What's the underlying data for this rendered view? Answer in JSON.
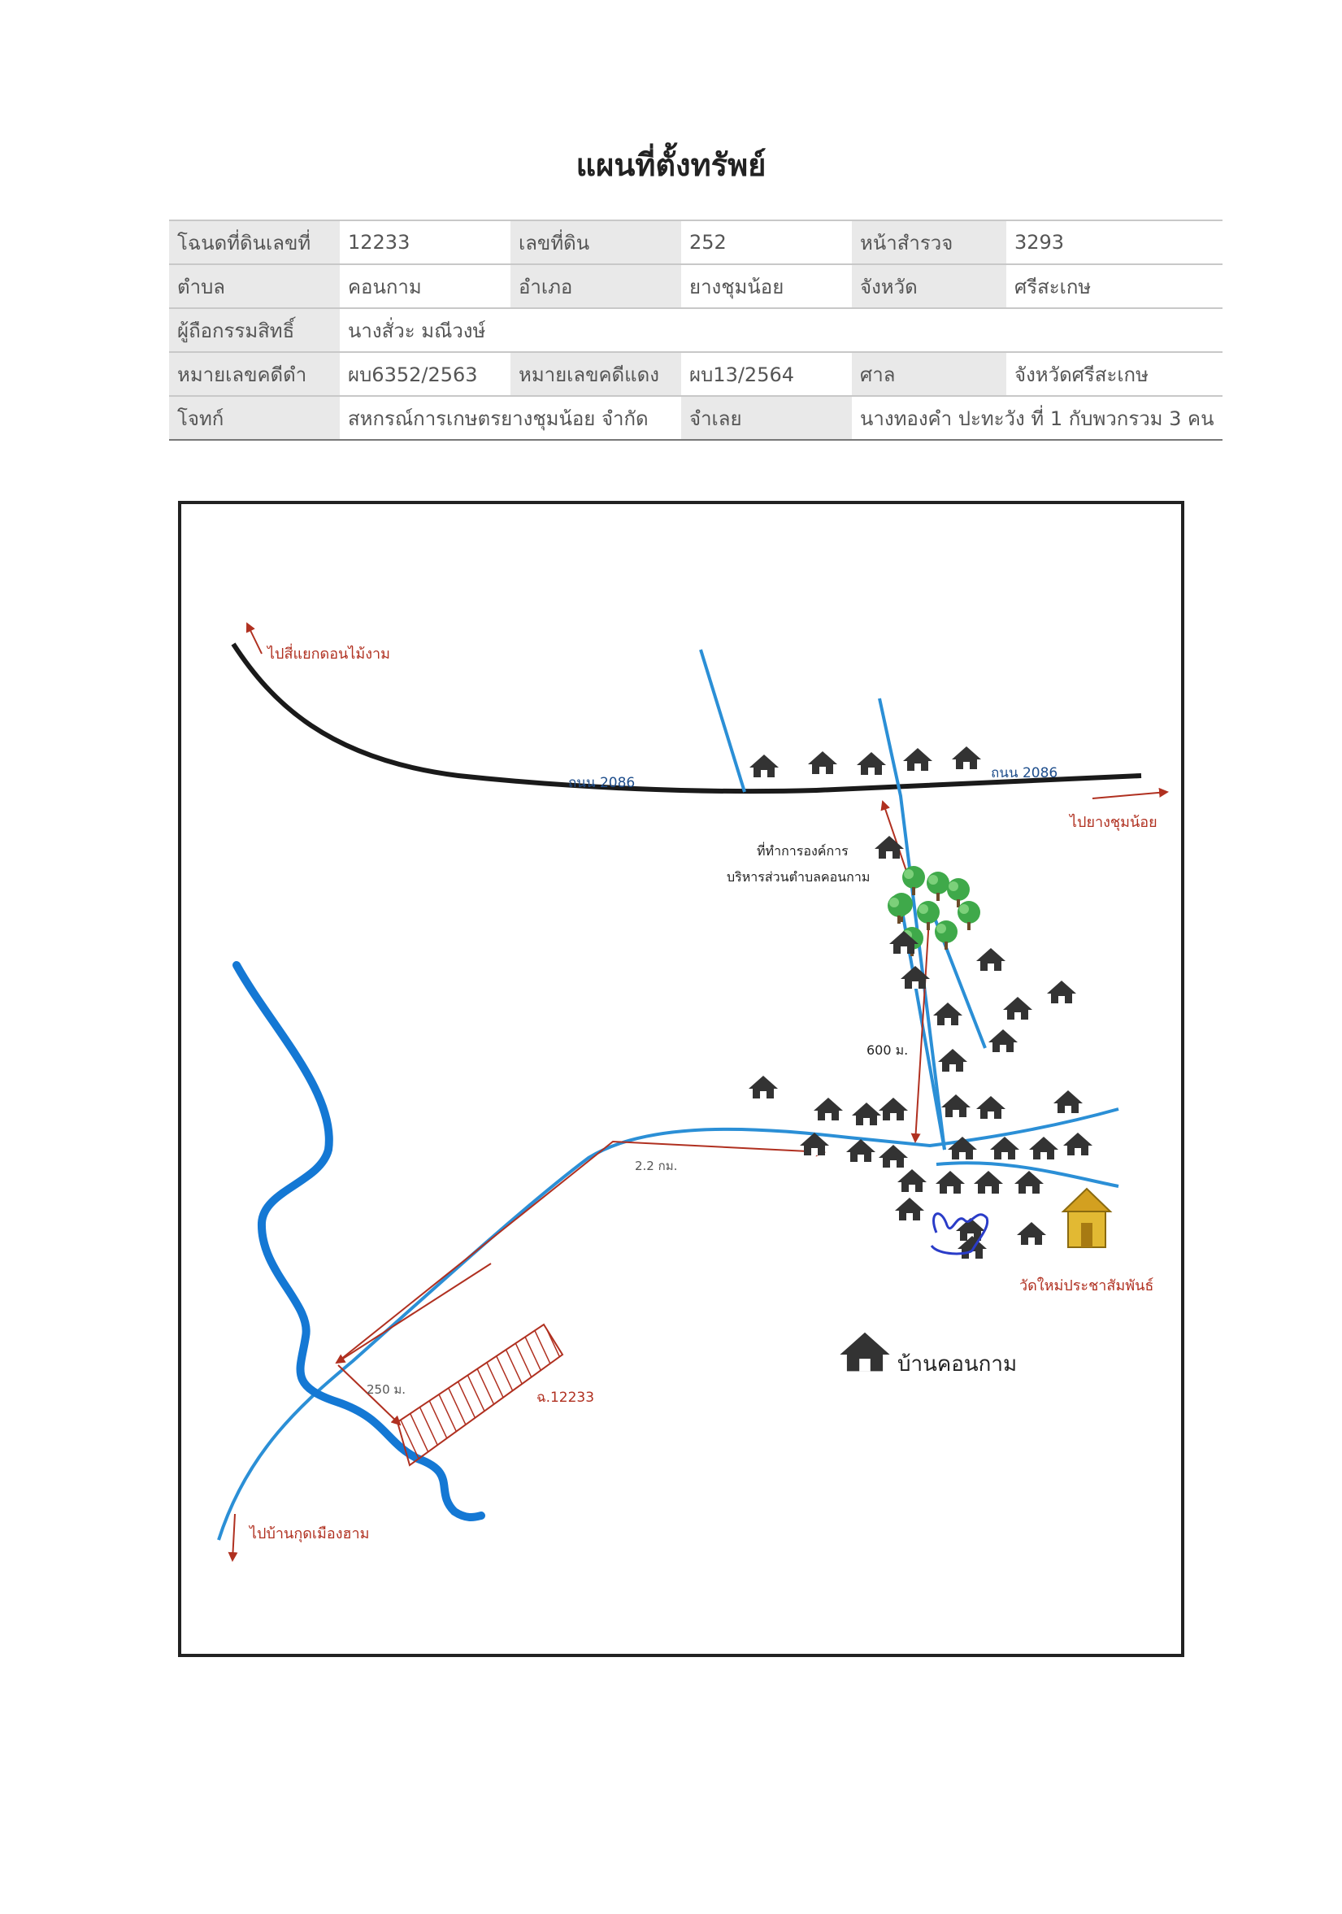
{
  "title": "แผนที่ตั้งทรัพย์",
  "info": {
    "deed_no_label": "โฉนดที่ดินเลขที่",
    "deed_no": "12233",
    "land_no_label": "เลขที่ดิน",
    "land_no": "252",
    "survey_page_label": "หน้าสำรวจ",
    "survey_page": "3293",
    "subdistrict_label": "ตำบล",
    "subdistrict": "คอนกาม",
    "district_label": "อำเภอ",
    "district": "ยางชุมน้อย",
    "province_label": "จังหวัด",
    "province": "ศรีสะเกษ",
    "owner_label": "ผู้ถือกรรมสิทธิ์",
    "owner": "นางสั่วะ มณีวงษ์",
    "black_case_label": "หมายเลขคดีดำ",
    "black_case": "ผบ6352/2563",
    "red_case_label": "หมายเลขคดีแดง",
    "red_case": "ผบ13/2564",
    "court_label": "ศาล",
    "court": "จังหวัดศรีสะเกษ",
    "plaintiff_label": "โจทก์",
    "plaintiff": "สหกรณ์การเกษตรยางชุมน้อย จำกัด",
    "defendant_label": "จำเลย",
    "defendant": "นางทองคำ ปะทะวัง ที่ 1 กับพวกรวม 3 คน"
  },
  "map": {
    "to_junction": "ไปสี่แยกดอนไม้งาม",
    "road_left": "ถนน 2086",
    "road_right": "ถนน 2086",
    "to_yangchum": "ไปยางชุมน้อย",
    "tao_office_line1": "ที่ทำการองค์การ",
    "tao_office_line2": "บริหารส่วนตำบลคอนกาม",
    "dist_600": "600 ม.",
    "dist_22km": "2.2 กม.",
    "temple": "วัดใหม่ประชาสัมพันธ์",
    "village": "บ้านคอนกาม",
    "dist_250": "250 ม.",
    "parcel": "ฉ.12233",
    "to_kut": "ไปบ้านกุดเมืองฮาม",
    "colors": {
      "road": "#1a1a1a",
      "lane": "#2b8fd6",
      "river": "#1478d4",
      "arrow": "#b03020",
      "parcel": "#b03020",
      "label_blue": "#1f4e8c"
    }
  }
}
